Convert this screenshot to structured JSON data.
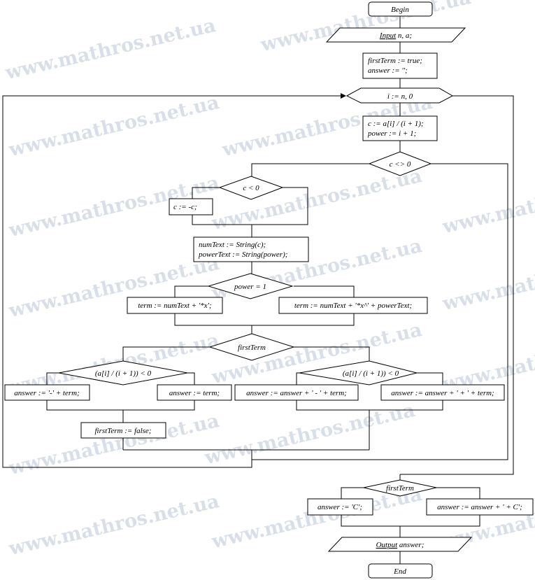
{
  "watermark": "www.mathros.net.ua",
  "nodes": {
    "begin": "Begin",
    "input_kw": "Input",
    "input_rest": " n, a;",
    "init_1": "firstTerm := true;",
    "init_2": "answer := '';",
    "loop": "i := n, 0",
    "calc_1": "c := a[i] / (i + 1);",
    "calc_2": "power := i + 1;",
    "cond_c_nonzero": "c <> 0",
    "cond_c_neg": "c < 0",
    "neg_c": "c := -c;",
    "text_1": "numText := String(c);",
    "text_2": "powerText := String(power);",
    "cond_power": "power = 1",
    "term_x": "term := numText + '*x';",
    "term_pow": "term := numText + '*x^' + powerText;",
    "cond_first": "firstTerm",
    "cond_sign_left": "(a[i] / (i + 1)) < 0",
    "cond_sign_right": "(a[i] / (i + 1)) < 0",
    "ans_minus_first": "answer := '-' + term;",
    "ans_first": "answer := term;",
    "ans_minus": "answer := answer + ' - ' + term;",
    "ans_plus": "answer := answer + ' + ' + term;",
    "first_false": "firstTerm := false;",
    "cond_first_end": "firstTerm",
    "ans_c": "answer := 'C';",
    "ans_plus_c": "answer := answer + ' + C';",
    "output_kw": "Output",
    "output_rest": " answer;",
    "end": "End"
  }
}
